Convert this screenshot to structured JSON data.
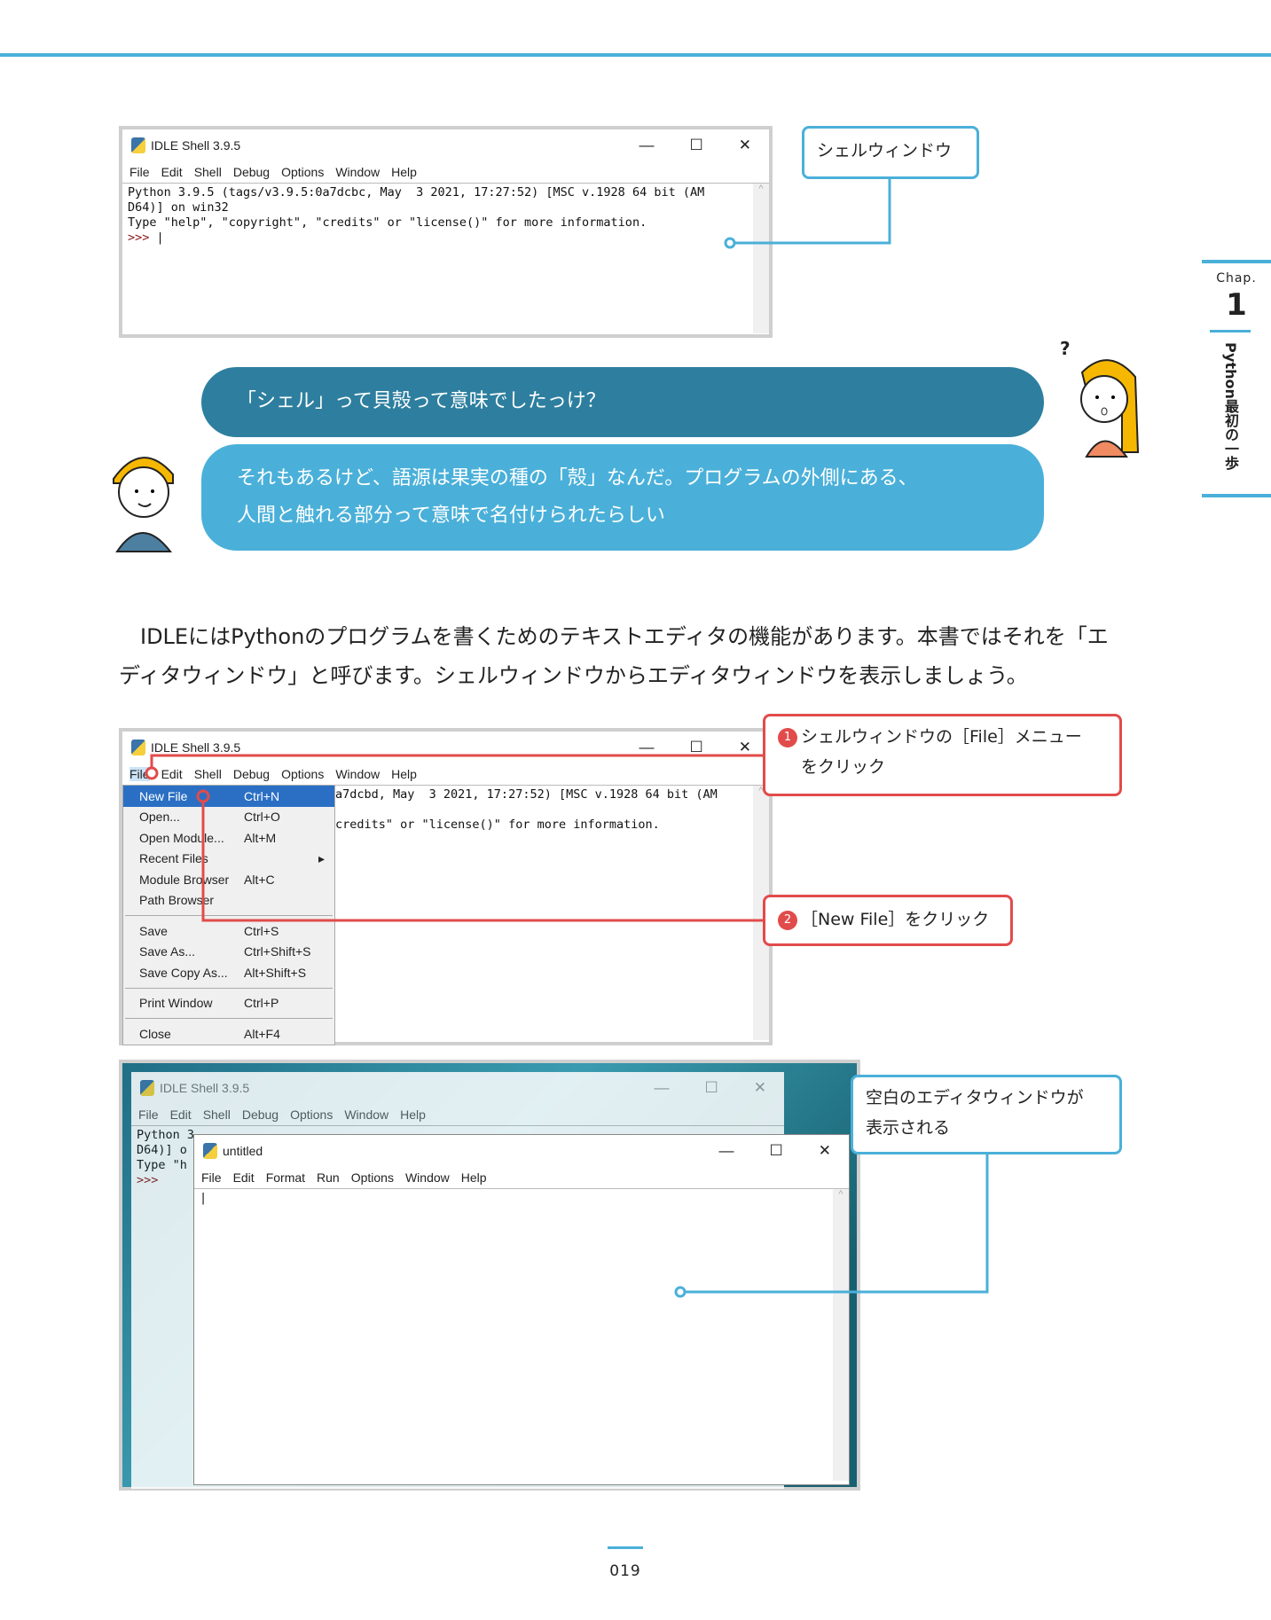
{
  "side_tab": {
    "chap": "Chap.",
    "number": "1",
    "title": "Python最初の一歩"
  },
  "shell1": {
    "title": "IDLE Shell 3.9.5",
    "menu": [
      "File",
      "Edit",
      "Shell",
      "Debug",
      "Options",
      "Window",
      "Help"
    ],
    "lines": [
      "Python 3.9.5 (tags/v3.9.5:0a7dcbc, May  3 2021, 17:27:52) [MSC v.1928 64 bit (AM",
      "D64)] on win32",
      "Type \"help\", \"copyright\", \"credits\" or \"license()\" for more information."
    ],
    "prompt": ">>> "
  },
  "callout_shell": "シェルウィンドウ",
  "bubble_question": "「シェル」って貝殻って意味でしたっけ？",
  "bubble_answer": [
    "それもあるけど、語源は果実の種の「殻」なんだ。プログラムの外側にある、",
    "人間と触れる部分って意味で名付けられたらしい"
  ],
  "paragraph": "IDLEにはPythonのプログラムを書くためのテキストエディタの機能があります。本書ではそれを「エディタウィンドウ」と呼びます。シェルウィンドウからエディタウィンドウを表示しましょう。",
  "shell2": {
    "title": "IDLE Shell 3.9.5",
    "menu": [
      "File",
      "Edit",
      "Shell",
      "Debug",
      "Options",
      "Window",
      "Help"
    ],
    "lines": [
      "a7dcbd, May  3 2021, 17:27:52) [MSC v.1928 64 bit (AM",
      "",
      "credits\" or \"license()\" for more information."
    ],
    "file_menu": [
      {
        "label": "New File",
        "shortcut": "Ctrl+N"
      },
      {
        "label": "Open...",
        "shortcut": "Ctrl+O"
      },
      {
        "label": "Open Module...",
        "shortcut": "Alt+M"
      },
      {
        "label": "Recent Files",
        "shortcut": "▸"
      },
      {
        "label": "Module Browser",
        "shortcut": "Alt+C"
      },
      {
        "label": "Path Browser",
        "shortcut": ""
      },
      {
        "label": "Save",
        "shortcut": "Ctrl+S"
      },
      {
        "label": "Save As...",
        "shortcut": "Ctrl+Shift+S"
      },
      {
        "label": "Save Copy As...",
        "shortcut": "Alt+Shift+S"
      },
      {
        "label": "Print Window",
        "shortcut": "Ctrl+P"
      },
      {
        "label": "Close",
        "shortcut": "Alt+F4"
      }
    ]
  },
  "callout_step1": {
    "num": "1",
    "text1": "シェルウィンドウの［File］メニュー",
    "text2": "をクリック"
  },
  "callout_step2": {
    "num": "2",
    "text": "［New File］をクリック"
  },
  "shell3": {
    "title": "IDLE Shell 3.9.5",
    "menu": [
      "File",
      "Edit",
      "Shell",
      "Debug",
      "Options",
      "Window",
      "Help"
    ],
    "lines": [
      "Python 3",
      "D64)] o",
      "Type \"h"
    ],
    "prompt": ">>>"
  },
  "editor": {
    "title": "untitled",
    "menu": [
      "File",
      "Edit",
      "Format",
      "Run",
      "Options",
      "Window",
      "Help"
    ]
  },
  "callout_editor": [
    "空白のエディタウィンドウが",
    "表示される"
  ],
  "page_number": "019",
  "colors": {
    "accent": "#4ab0d9",
    "dark_bubble": "#2e7f9f",
    "red": "#e24b4b"
  }
}
